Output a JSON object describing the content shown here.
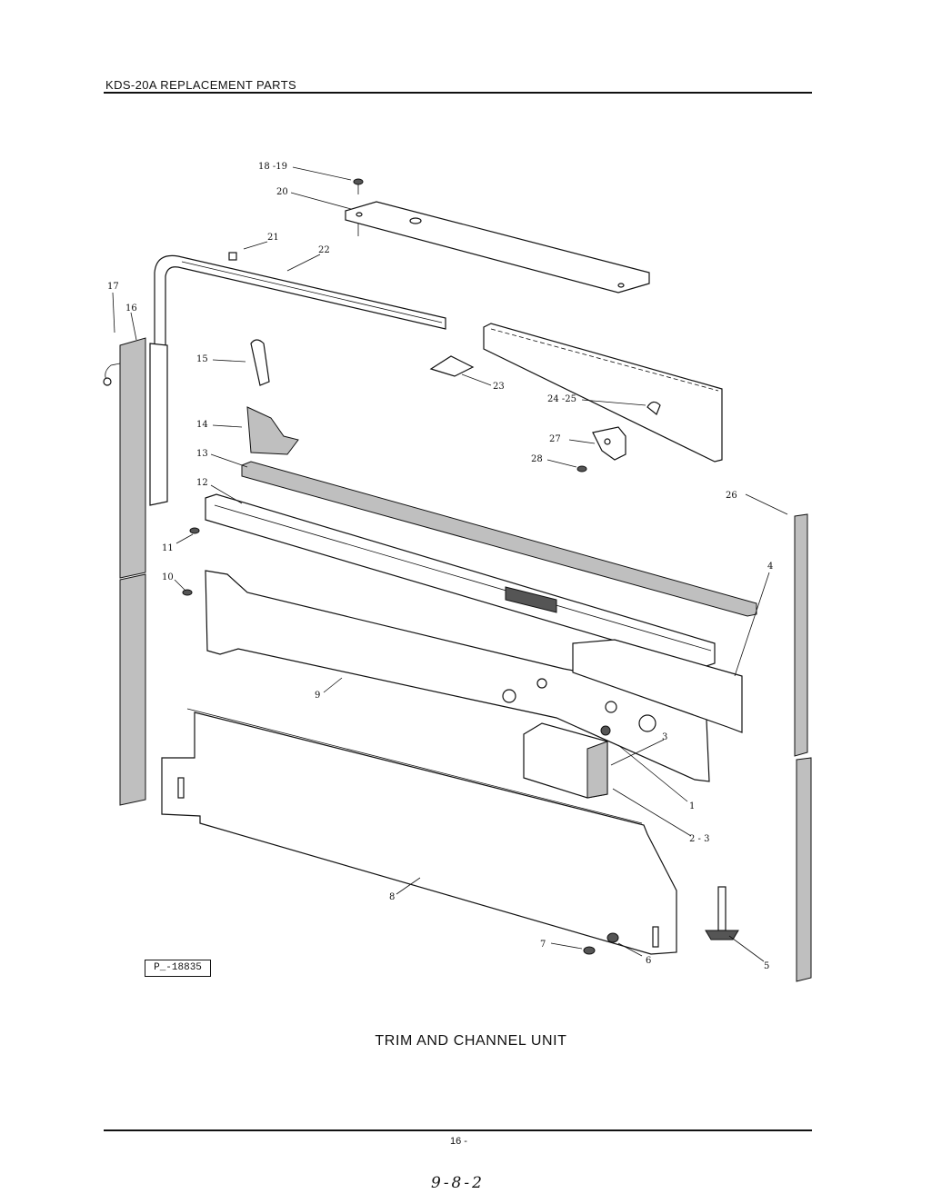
{
  "header": {
    "title": "KDS-20A REPLACEMENT PARTS"
  },
  "reference_box": "P_-18835",
  "caption": "TRIM AND CHANNEL UNIT",
  "page_number": "16 -",
  "handwritten_note": "9-8-2",
  "callouts": [
    {
      "id": "c-18-19",
      "label": "18 -19"
    },
    {
      "id": "c-20",
      "label": "20"
    },
    {
      "id": "c-21",
      "label": "21"
    },
    {
      "id": "c-22",
      "label": "22"
    },
    {
      "id": "c-17",
      "label": "17"
    },
    {
      "id": "c-16",
      "label": "16"
    },
    {
      "id": "c-15",
      "label": "15"
    },
    {
      "id": "c-23",
      "label": "23"
    },
    {
      "id": "c-24-25",
      "label": "24 -25"
    },
    {
      "id": "c-14",
      "label": "14"
    },
    {
      "id": "c-27",
      "label": "27"
    },
    {
      "id": "c-13",
      "label": "13"
    },
    {
      "id": "c-28",
      "label": "28"
    },
    {
      "id": "c-12",
      "label": "12"
    },
    {
      "id": "c-26",
      "label": "26"
    },
    {
      "id": "c-11",
      "label": "11"
    },
    {
      "id": "c-4",
      "label": "4"
    },
    {
      "id": "c-10",
      "label": "10"
    },
    {
      "id": "c-9",
      "label": "9"
    },
    {
      "id": "c-3",
      "label": "3"
    },
    {
      "id": "c-1",
      "label": "1"
    },
    {
      "id": "c-2-3",
      "label": "2 - 3"
    },
    {
      "id": "c-8",
      "label": "8"
    },
    {
      "id": "c-7",
      "label": "7"
    },
    {
      "id": "c-6",
      "label": "6"
    },
    {
      "id": "c-5",
      "label": "5"
    }
  ]
}
